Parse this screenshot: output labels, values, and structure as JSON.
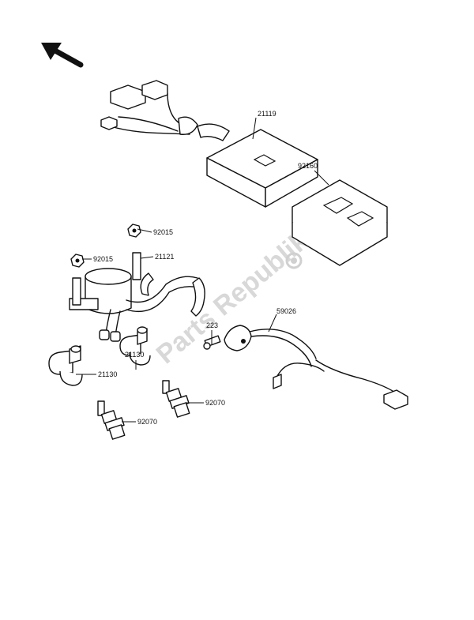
{
  "watermark": "Parts Republik",
  "callouts": {
    "p21119": "21119",
    "p92160": "92160",
    "p92015a": "92015",
    "p92015b": "92015",
    "p21121": "21121",
    "p223": "223",
    "p59026": "59026",
    "p21130a": "21130",
    "p21130b": "21130",
    "p92070a": "92070",
    "p92070b": "92070"
  },
  "icons": {
    "orientation": "front-arrow-icon",
    "watermark_logo": "gear-logo-icon"
  },
  "colors": {
    "ink": "#111111",
    "watermark": "#d8d8d8",
    "background": "#ffffff"
  }
}
